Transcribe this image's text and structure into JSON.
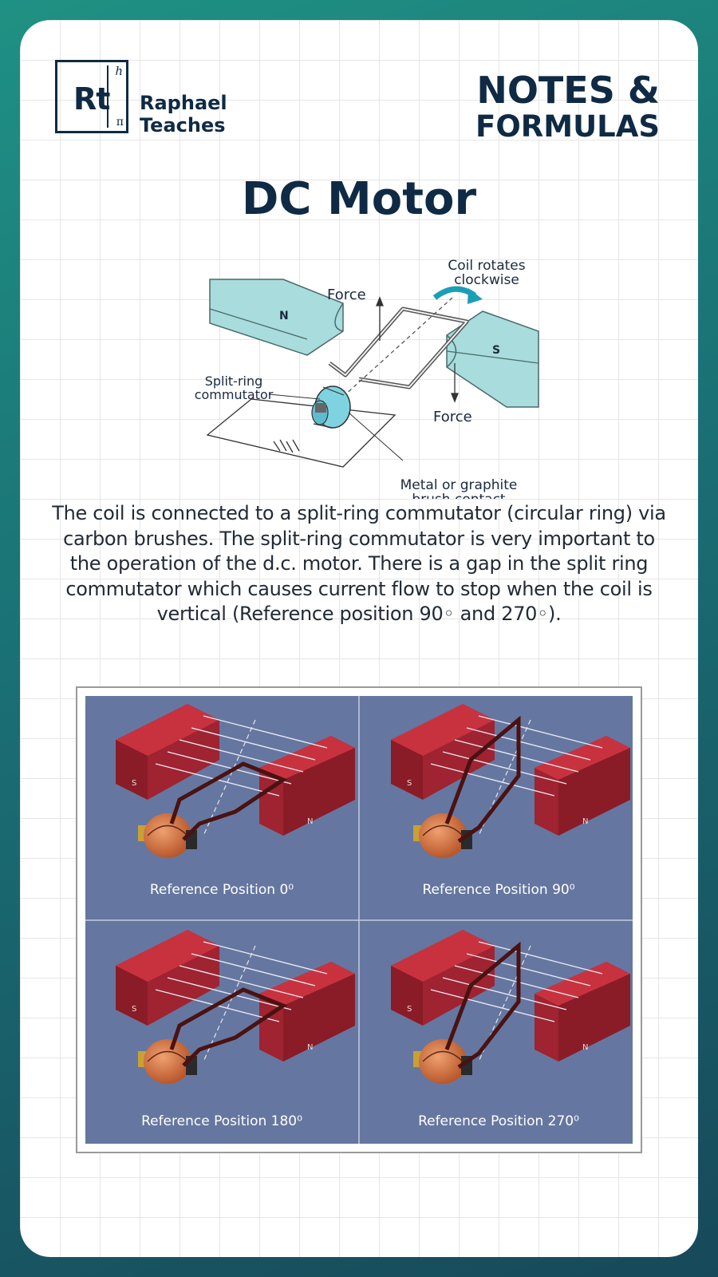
{
  "brand": {
    "logo_mark": "Rt",
    "logo_superscript": "h",
    "logo_subscript": "π",
    "name_line1": "Raphael",
    "name_line2": "Teaches"
  },
  "header": {
    "line1": "NOTES &",
    "line2": "FORMULAS"
  },
  "title": "DC Motor",
  "diagram": {
    "label_force_top": "Force",
    "label_rotates_1": "Coil rotates",
    "label_rotates_2": "clockwise",
    "label_n": "N",
    "label_s": "S",
    "label_commutator_1": "Split-ring",
    "label_commutator_2": "commutator",
    "label_force_bottom": "Force",
    "label_brush_1": "Metal or graphite",
    "label_brush_2": "brush contact"
  },
  "description": "The coil is connected to a split-ring commutator (circular ring) via carbon brushes. The split-ring commutator is very important to the operation of the d.c. motor. There is a gap in the split ring commutator which causes current flow to stop when the coil is vertical (Reference position 90◦ and 270◦).",
  "positions": {
    "magnet_s": "S",
    "magnet_n": "N",
    "p0": "Reference Position 0⁰",
    "p90": "Reference Position 90⁰",
    "p180": "Reference Position 180⁰",
    "p270": "Reference Position 270⁰"
  },
  "colors": {
    "navy": "#0f2a44",
    "magnet_blue": "#a9dcdc",
    "panel_bg": "#6577a0",
    "magnet_red": "#b02a35",
    "copper": "#d27a45"
  }
}
